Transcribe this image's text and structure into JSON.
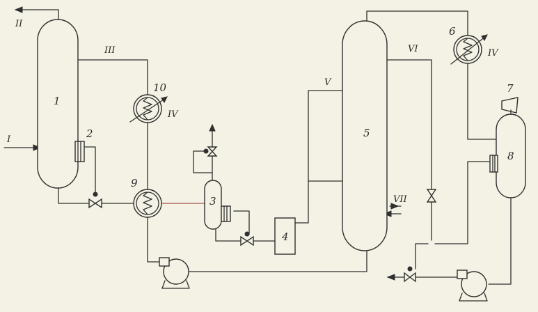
{
  "labels": {
    "n1": "1",
    "n2": "2",
    "n3": "3",
    "n4": "4",
    "n5": "5",
    "n6": "6",
    "n7": "7",
    "n8": "8",
    "n9": "9",
    "n10": "10",
    "stream_I": "I",
    "stream_II": "II",
    "stream_III": "III",
    "stream_IV_a": "IV",
    "stream_IV_b": "IV",
    "stream_V": "V",
    "stream_VI": "VI",
    "stream_VII": "VII"
  }
}
